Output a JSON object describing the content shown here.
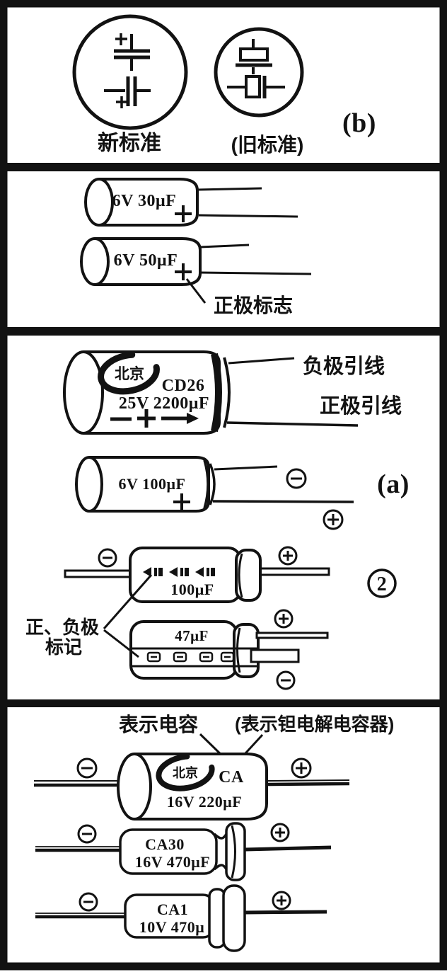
{
  "colors": {
    "ink": "#121212",
    "paper": "#ffffff"
  },
  "icons": {
    "plus_terminal": "⊕",
    "minus_terminal": "⊖",
    "positive_mark": "+",
    "circled_item": "②"
  },
  "symbol_panel": {
    "figure_label": "(b)",
    "new_standard_label": "新标准",
    "old_standard_label": "(旧标准)"
  },
  "plus_mark_panel": {
    "cap_top_text": "6V 30μF",
    "cap_bottom_text": "6V 50μF",
    "annotation": "正极标志"
  },
  "lead_panel": {
    "figure_label": "(a)",
    "item_number": "2",
    "cd26": {
      "brand": "北京",
      "model": "CD26",
      "rating": "25V 2200μF"
    },
    "neg_lead_label": "负极引线",
    "pos_lead_label": "正极引线",
    "radial_cap_text": "6V 100μF",
    "axial_cap_value": "100μF",
    "small_cap_value": "47μF",
    "mark_annotation_line1": "正、负极",
    "mark_annotation_line2": "标记"
  },
  "tantalum_panel": {
    "capacitance_annotation": "表示电容",
    "tantalum_annotation": "(表示钽电解电容器)",
    "cap1": {
      "brand": "北京",
      "series": "CA",
      "rating": "16V 220μF"
    },
    "cap2": {
      "model": "CA30",
      "rating": "16V 470μF"
    },
    "cap3": {
      "model": "CA1",
      "rating": "10V 470μ"
    }
  }
}
